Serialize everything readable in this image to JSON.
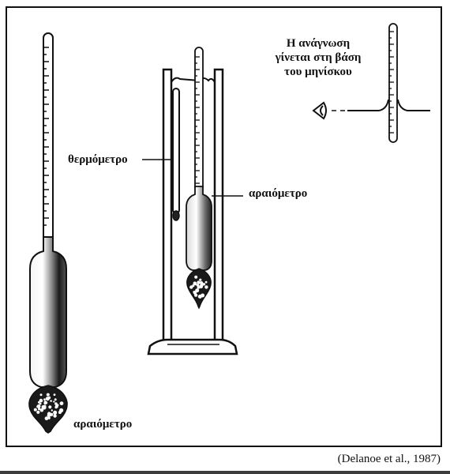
{
  "labels": {
    "thermometer": "θερμόμετρο",
    "hydrometer_in_cylinder": "αραιόμετρο",
    "hydrometer_standalone": "αραιόμετρο"
  },
  "reading_note": {
    "lines": [
      "Η ανάγνωση",
      "γίνεται στη βάση",
      "του μηνίσκου"
    ]
  },
  "source": "(Delanoe et al., 1987)",
  "colors": {
    "ink": "#111111",
    "background": "#ffffff"
  },
  "icons": {
    "eye": "eye-icon"
  }
}
